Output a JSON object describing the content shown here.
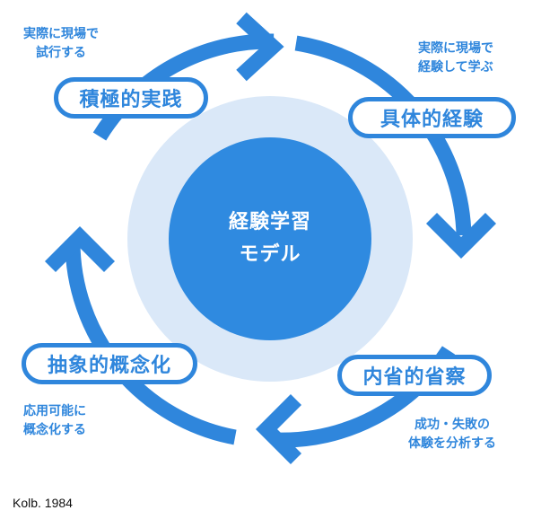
{
  "colors": {
    "primary": "#2f86dc",
    "inner_circle": "#2f8ae0",
    "outer_halo": "#dae8f8",
    "background": "#ffffff",
    "citation_text": "#111111"
  },
  "center": {
    "line1": "経験学習",
    "line2": "モデル"
  },
  "stages": [
    {
      "id": "concrete-experience",
      "label": "具体的経験",
      "note_line1": "実際に現場で",
      "note_line2": "経験して学ぶ"
    },
    {
      "id": "reflective-observation",
      "label": "内省的省察",
      "note_line1": "成功・失敗の",
      "note_line2": "体験を分析する"
    },
    {
      "id": "abstract-conceptualization",
      "label": "抽象的概念化",
      "note_line1": "応用可能に",
      "note_line2": "概念化する"
    },
    {
      "id": "active-experimentation",
      "label": "積極的実践",
      "note_line1": "実際に現場で",
      "note_line2": "試行する"
    }
  ],
  "cycle_direction": "clockwise",
  "arrow_icons": [
    "arrow-right-icon",
    "arrow-down-icon",
    "arrow-left-icon",
    "arrow-up-icon"
  ],
  "citation": "Kolb. 1984"
}
